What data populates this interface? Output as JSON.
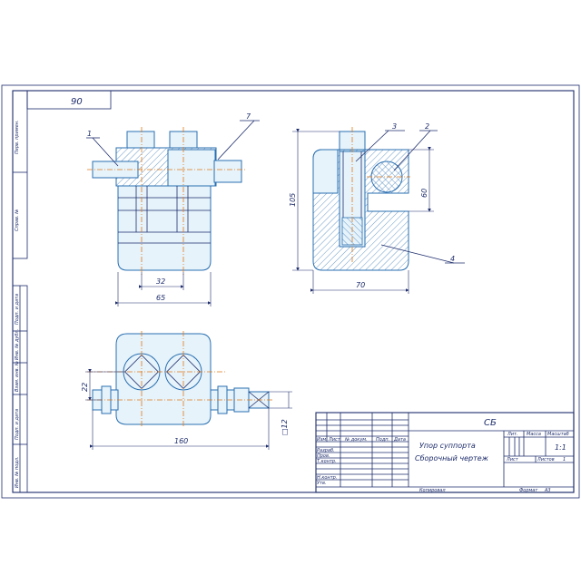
{
  "stamp": {
    "rotated_code": "90"
  },
  "side_column_labels": [
    "Перв. примен.",
    "Справ. №",
    "Подп. и дата",
    "Инв. № дубл.",
    "Взам. инв. №",
    "Подп. и дата",
    "Инв. № подл."
  ],
  "view_front": {
    "callouts": [
      "1",
      "7"
    ],
    "dims": {
      "inner": "32",
      "outer": "65"
    }
  },
  "view_section": {
    "callouts": [
      "3",
      "2",
      "4"
    ],
    "dims": {
      "height": "105",
      "inner_height": "60",
      "width": "70"
    }
  },
  "view_top": {
    "dims": {
      "height": "22",
      "length": "160",
      "square": "□12"
    }
  },
  "title_block": {
    "designation": "СБ",
    "title_line1": "Упор суппорта",
    "title_line2": "Сборочный чертеж",
    "col_lit": "Лит.",
    "col_mass": "Масса",
    "col_scale": "Масштаб",
    "scale_value": "1:1",
    "sheet_label": "Лист",
    "sheets_label": "Листов",
    "sheets_value": "1",
    "rev_headers": [
      "Изм.",
      "Лист",
      "№ докум.",
      "Подп.",
      "Дата"
    ],
    "roles": [
      "Разраб.",
      "Пров.",
      "Т.контр.",
      "",
      "Н.контр.",
      "Утв."
    ],
    "copied": "Копировал",
    "format_label": "Формат",
    "format_value": "A3"
  },
  "colors": {
    "line": "#1d2c6b",
    "part_fill": "#e6f3fb",
    "part_stroke": "#2a6fb0",
    "axis": "#e07a1a"
  }
}
